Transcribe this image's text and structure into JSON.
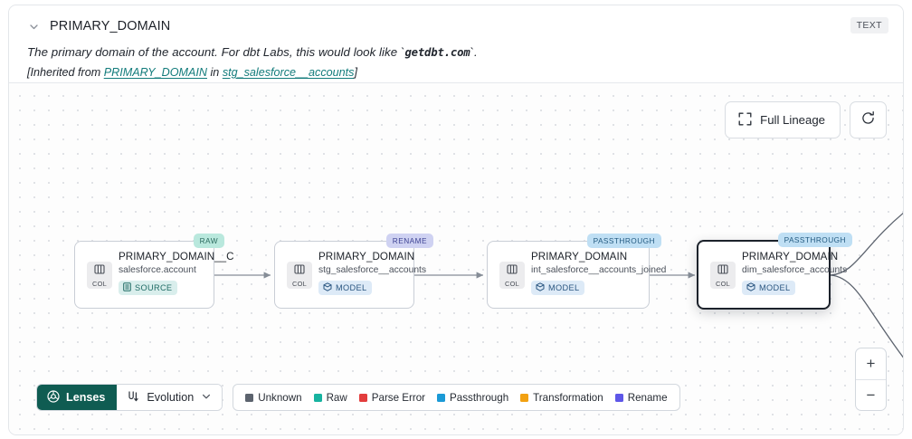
{
  "header": {
    "collapse_icon": "chevron-down-icon",
    "title": "PRIMARY_DOMAIN",
    "type_badge": "TEXT",
    "description_prefix": "The primary domain of the account. For dbt Labs, this would look like `",
    "description_code": "getdbt.com",
    "description_suffix": "`.",
    "inherited_open": "[Inherited from ",
    "inherited_link_column": "PRIMARY_DOMAIN",
    "inherited_mid": " in ",
    "inherited_link_model": "stg_salesforce__accounts",
    "inherited_close": "]"
  },
  "toolbar": {
    "full_lineage_label": "Full Lineage",
    "full_lineage_icon": "expand-icon",
    "refresh_icon": "refresh-icon"
  },
  "graph": {
    "nodes": [
      {
        "name": "PRIMARY_DOMAIN__C",
        "dataset": "salesforce.account",
        "kind": "SOURCE",
        "kind_class": "source",
        "kind_icon": "database-icon",
        "tag": "RAW",
        "tag_class": "raw",
        "col_label": "COL",
        "selected": false
      },
      {
        "name": "PRIMARY_DOMAIN",
        "dataset": "stg_salesforce__accounts",
        "kind": "MODEL",
        "kind_class": "model",
        "kind_icon": "cube-icon",
        "tag": "RENAME",
        "tag_class": "rename",
        "col_label": "COL",
        "selected": false
      },
      {
        "name": "PRIMARY_DOMAIN",
        "dataset": "int_salesforce__accounts_joined",
        "kind": "MODEL",
        "kind_class": "model",
        "kind_icon": "cube-icon",
        "tag": "PASSTHROUGH",
        "tag_class": "passthrough",
        "col_label": "COL",
        "selected": false
      },
      {
        "name": "PRIMARY_DOMAIN",
        "dataset": "dim_salesforce_accounts",
        "kind": "MODEL",
        "kind_class": "model",
        "kind_icon": "cube-icon",
        "tag": "PASSTHROUGH",
        "tag_class": "passthrough",
        "col_label": "COL",
        "selected": true
      }
    ]
  },
  "controls": {
    "lenses_label": "Lenses",
    "lenses_icon": "lens-icon",
    "evolution_label": "Evolution",
    "evolution_icon": "evolution-icon",
    "evolution_caret": "chevron-down-icon",
    "zoom_in": "+",
    "zoom_out": "−"
  },
  "legend": {
    "items": [
      {
        "label": "Unknown",
        "color": "#5c636e"
      },
      {
        "label": "Raw",
        "color": "#17b3a0"
      },
      {
        "label": "Parse Error",
        "color": "#e33d3d"
      },
      {
        "label": "Passthrough",
        "color": "#1b9ad6"
      },
      {
        "label": "Transformation",
        "color": "#f2a112"
      },
      {
        "label": "Rename",
        "color": "#5e57e8"
      }
    ]
  }
}
